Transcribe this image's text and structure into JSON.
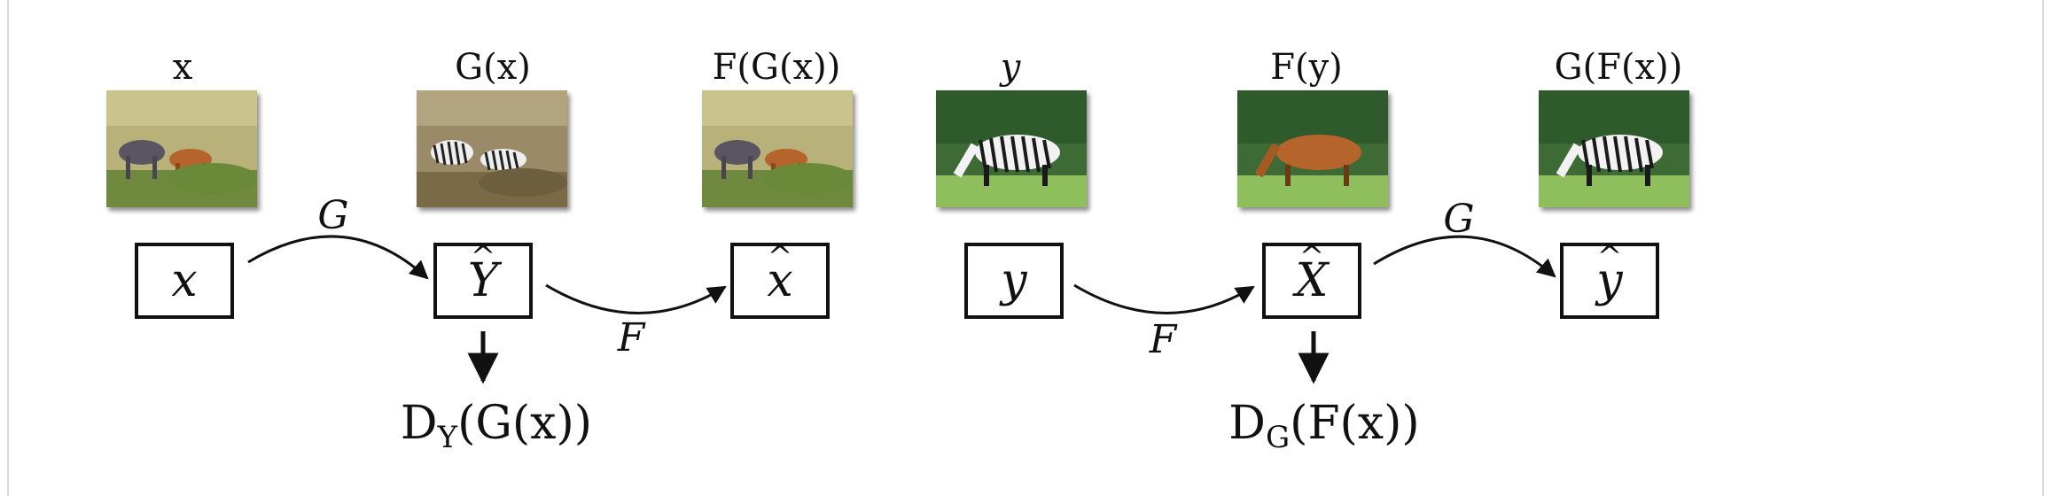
{
  "image_labels": {
    "x": "x",
    "g_of_x": "G(x)",
    "f_of_g_of_x": "F(G(x))",
    "y": "y",
    "f_of_y": "F(y)",
    "g_of_f_of_x": "G(F(x))"
  },
  "nodes": {
    "x": "x",
    "y_hat": "Y",
    "x_hat": "x",
    "y": "y",
    "x_hat_cap": "X",
    "y_hat_small": "y",
    "hat": "^"
  },
  "edges": {
    "g_left": "G",
    "f_left": "F",
    "f_right": "F",
    "g_right": "G"
  },
  "discriminators": {
    "left_main": "D",
    "left_sub": "Y",
    "left_arg": "(G(x))",
    "right_main": "D",
    "right_sub": "G",
    "right_arg": "(F(x))"
  },
  "colors": {
    "stroke": "#111111",
    "grass_dry": "#a9a26a",
    "grass_green": "#8fbf5c",
    "horse": "#b5652b",
    "zebra": "#f2f2f2"
  }
}
